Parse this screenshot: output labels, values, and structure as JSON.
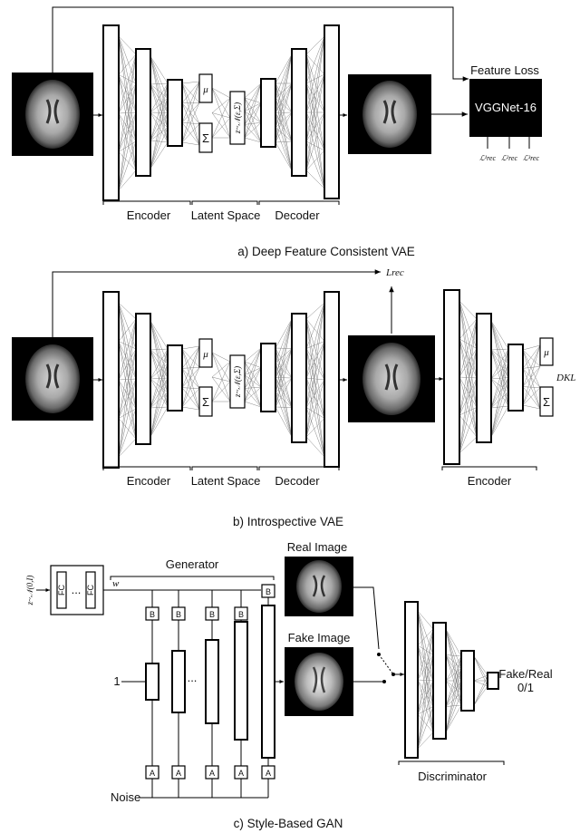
{
  "panel_a": {
    "encoder_label": "Encoder",
    "latent_label": "Latent Space",
    "decoder_label": "Decoder",
    "mu": "μ",
    "sigma": "Σ",
    "z_sample": "z~𝒩(ε,Σ)",
    "feature_loss_title": "Feature Loss",
    "vgg_label": "VGGNet-16",
    "loss_1": "ℒ¹rec",
    "loss_2": "ℒ²rec",
    "loss_3": "ℒ³rec",
    "caption": "a) Deep Feature Consistent VAE"
  },
  "panel_b": {
    "l_rec": "Lrec",
    "encoder_label": "Encoder",
    "latent_label": "Latent Space",
    "decoder_label": "Decoder",
    "encoder2_label": "Encoder",
    "mu": "μ",
    "sigma": "Σ",
    "z_sample": "z~𝒩(ε,Σ)",
    "d_kl": "DKL",
    "caption": "b) Introspective VAE"
  },
  "panel_c": {
    "z_input": "z~𝒩(0,I)",
    "fc_label": "FC",
    "fc_dots": "...",
    "w_label": "w",
    "generator_label": "Generator",
    "b_label": "B",
    "a_label": "A",
    "one_label": "1",
    "mid_dots": "...",
    "noise_label": "Noise",
    "real_image_label": "Real Image",
    "fake_image_label": "Fake Image",
    "discriminator_label": "Discriminator",
    "fake_real_label": "Fake/Real",
    "output_label": "0/1",
    "caption": "c) Style-Based GAN"
  }
}
